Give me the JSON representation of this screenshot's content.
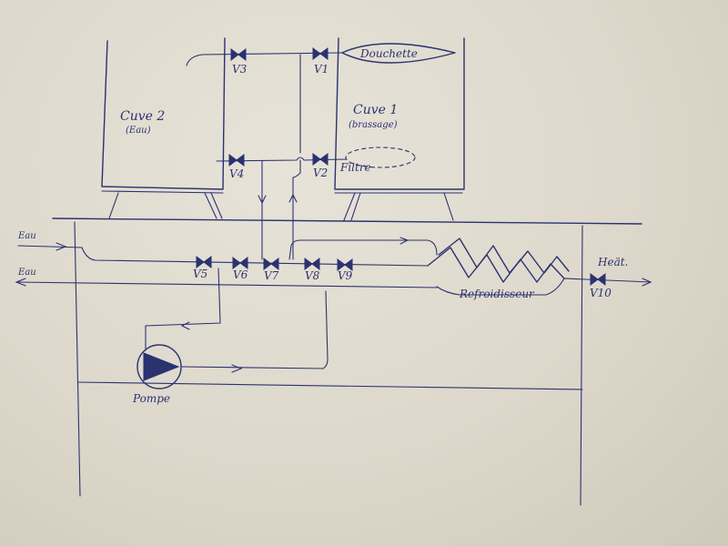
{
  "tanks": {
    "cuve2": {
      "name": "Cuve 2",
      "sub": "(Eau)"
    },
    "cuve1": {
      "name": "Cuve 1",
      "sub": "(brassage)"
    }
  },
  "components": {
    "douchette": "Douchette",
    "filtre": "Filtre",
    "pompe": "Pompe",
    "refroidisseur": "Refroidisseur",
    "heat": "Heät."
  },
  "inlets": {
    "eau_in": "Eau",
    "eau_out": "Eau"
  },
  "valves": {
    "v1": "V1",
    "v2": "V2",
    "v3": "V3",
    "v4": "V4",
    "v5": "V5",
    "v6": "V6",
    "v7": "V7",
    "v8": "V8",
    "v9": "V9",
    "v10": "V10"
  },
  "colors": {
    "ink": "#2b3270",
    "paper": "#e2ddd1"
  }
}
